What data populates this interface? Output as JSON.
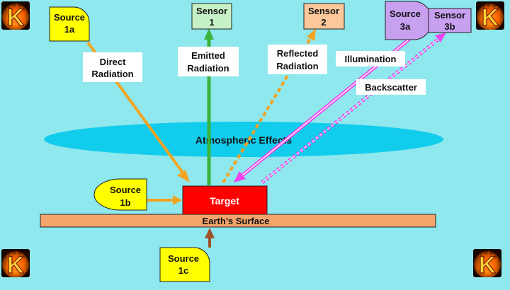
{
  "colors": {
    "background": "#8ee8ee",
    "source": "#ffff00",
    "sensor1": "#c6f1c6",
    "sensor2": "#fcc79a",
    "source3": "#c7a0f0",
    "atmosphere": "#12ccec",
    "target": "#ff0000",
    "surface": "#f5a46c",
    "orange_arrow": "#f4a320",
    "green_arrow": "#3cb43c",
    "magenta_arrow": "#ee44ee",
    "brown_arrow": "#a0522d"
  },
  "logo": {
    "letter": "K",
    "icon": "flaming-k-logo"
  },
  "sources": {
    "s1a": [
      "Source",
      "1a"
    ],
    "s1b": [
      "Source",
      "1b"
    ],
    "s1c": [
      "Source",
      "1c"
    ],
    "s3a": [
      "Source",
      "3a"
    ]
  },
  "sensors": {
    "s1": [
      "Sensor",
      "1"
    ],
    "s2": [
      "Sensor",
      "2"
    ],
    "s3b": [
      "Sensor",
      "3b"
    ]
  },
  "labels": {
    "direct": [
      "Direct",
      "Radiation"
    ],
    "emitted": [
      "Emitted",
      "Radiation"
    ],
    "reflected": [
      "Reflected",
      "Radiation"
    ],
    "illumination": "Illumination",
    "backscatter": "Backscatter"
  },
  "atmosphere": "Atmospheric Effects",
  "target": "Target",
  "surface": "Earth’s Surface"
}
